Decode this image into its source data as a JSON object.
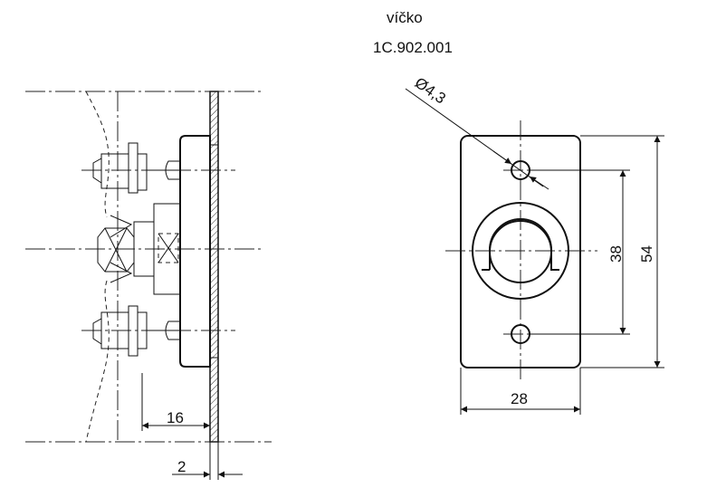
{
  "part": {
    "name": "víčko",
    "code": "1C.902.001"
  },
  "dimensions": {
    "hole_diameter": "Ø4,3",
    "hole_spacing": "38",
    "plate_height": "54",
    "plate_width": "28",
    "side_depth": "16",
    "plate_thickness": "2"
  },
  "colors": {
    "line": "#111111",
    "hatch": "#333333"
  }
}
